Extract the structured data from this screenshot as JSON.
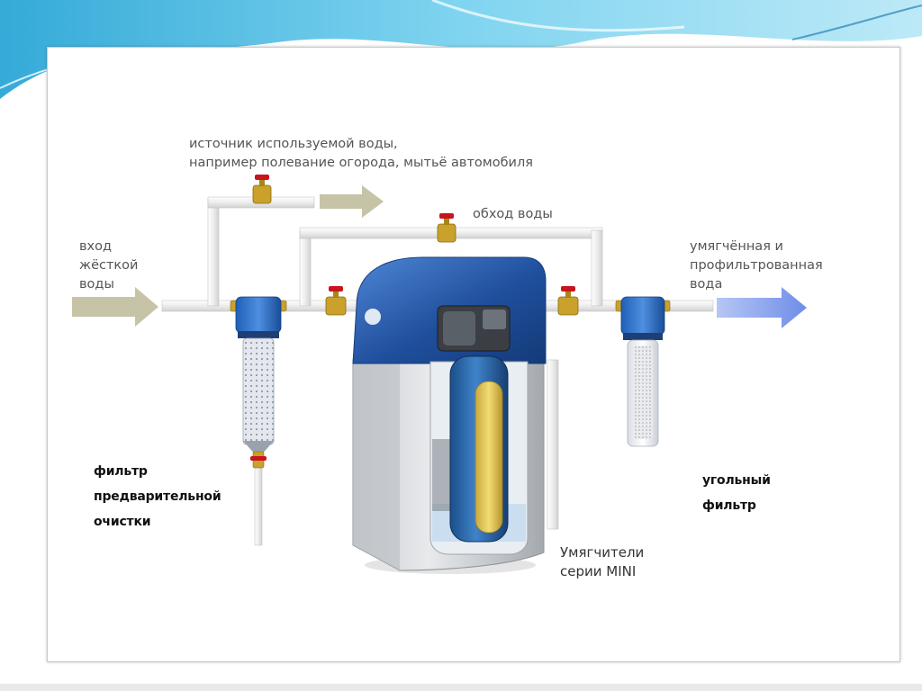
{
  "labels": {
    "source_water": "источник используемой воды,\nнапример полевание огорода, мытьё автомобиля",
    "bypass": "обход воды",
    "hard_water_inlet": "вход\nжёсткой\nводы",
    "softened_filtered_water": "умягчённая и\nпрофильтрованная\nвода",
    "prefilter": "фильтр\nпредварительной\nочистки",
    "carbon_filter": "угольный\nфильтр",
    "softener_series": "Умягчители\nсерии MINI"
  },
  "colors": {
    "slide_accent": "#5fc3e6",
    "pipe": "#ededed",
    "inlet_arrow": "#c7c3a6",
    "outlet_arrow": "#8fa6ee",
    "softener_blue": "#1f4f9d",
    "valve_red": "#c8141c",
    "brass": "#c9a12b"
  }
}
